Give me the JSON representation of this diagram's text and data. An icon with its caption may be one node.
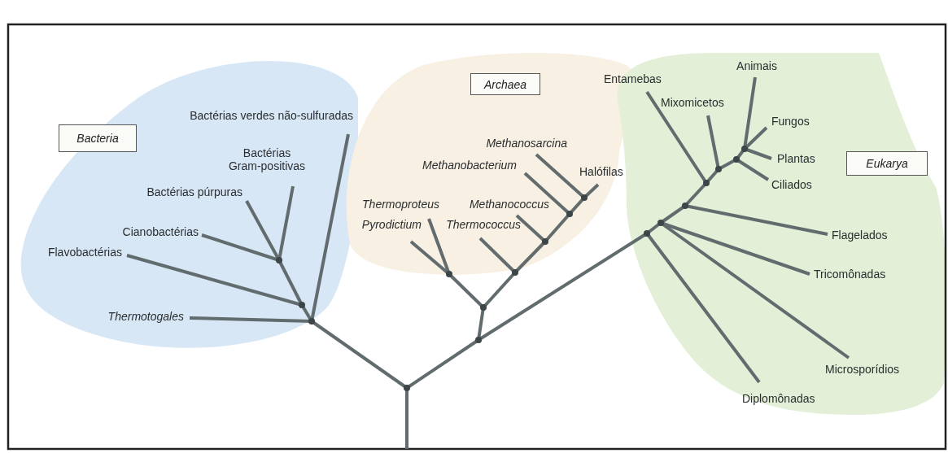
{
  "diagram": {
    "nodes": [
      {
        "text": [
          "Bacteria"
        ]
      },
      {
        "text": [
          "Archaea"
        ]
      },
      {
        "text": [
          "Eukarya"
        ]
      },
      {
        "text": [
          "Bactérias verdes não-sulfuradas"
        ]
      },
      {
        "text": [
          "Bactérias Gram-positivas"
        ]
      },
      {
        "text": [
          "Bactérias púrpuras"
        ]
      },
      {
        "text": [
          "Cianobactérias"
        ]
      },
      {
        "text": [
          "Flavobactérias"
        ]
      },
      {
        "text": [
          "Thermotogales"
        ]
      },
      {
        "text": [
          "Methanosarcina"
        ]
      },
      {
        "text": [
          "Methanobacterium"
        ]
      },
      {
        "text": [
          "Halófilas"
        ]
      },
      {
        "text": [
          "Thermoproteus"
        ]
      },
      {
        "text": [
          "Methanococcus"
        ]
      },
      {
        "text": [
          "Pyrodictium"
        ]
      },
      {
        "text": [
          "Thermococcus"
        ]
      },
      {
        "text": [
          "Animais"
        ]
      },
      {
        "text": [
          "Entamebas"
        ]
      },
      {
        "text": [
          "Mixomicetos"
        ]
      },
      {
        "text": [
          "Fungos"
        ]
      },
      {
        "text": [
          "Plantas"
        ]
      },
      {
        "text": [
          "Ciliados"
        ]
      },
      {
        "text": [
          "Flagelados"
        ]
      },
      {
        "text": [
          "Tricomônadas"
        ]
      },
      {
        "text": [
          "Microsporídios"
        ]
      },
      {
        "text": [
          "Diplomônadas"
        ]
      },
      {
        "text": [],
        "shape": "point"
      },
      {
        "text": [],
        "shape": "point"
      },
      {
        "text": [],
        "shape": "point"
      },
      {
        "text": [],
        "shape": "point"
      },
      {
        "text": [],
        "shape": "point"
      },
      {
        "text": [],
        "shape": "point"
      },
      {
        "text": [],
        "shape": "point"
      },
      {
        "text": [],
        "shape": "point"
      },
      {
        "text": [],
        "shape": "point"
      },
      {
        "text": [],
        "shape": "point"
      },
      {
        "text": [],
        "shape": "point"
      },
      {
        "text": [],
        "shape": "point"
      },
      {
        "text": [],
        "shape": "point"
      },
      {
        "text": [],
        "shape": "point"
      },
      {
        "text": [],
        "shape": "point"
      },
      {
        "text": [],
        "shape": "point"
      },
      {
        "text": [],
        "shape": "point"
      },
      {
        "text": [],
        "shape": "point"
      }
    ],
    "edges": [
      {
        "from": null,
        "to": 26,
        "arrow": "none"
      },
      {
        "from": 26,
        "to": 27,
        "arrow": "none"
      },
      {
        "from": 27,
        "to": 8,
        "arrow": "none"
      },
      {
        "from": 27,
        "to": 3,
        "arrow": "none"
      },
      {
        "from": 27,
        "to": 28,
        "arrow": "none"
      },
      {
        "from": 28,
        "to": 7,
        "arrow": "none"
      },
      {
        "from": 28,
        "to": 29,
        "arrow": "none"
      },
      {
        "from": 29,
        "to": 6,
        "arrow": "none"
      },
      {
        "from": 29,
        "to": 5,
        "arrow": "none"
      },
      {
        "from": 29,
        "to": 4,
        "arrow": "none"
      },
      {
        "from": 26,
        "to": 30,
        "arrow": "none"
      },
      {
        "from": 30,
        "to": 31,
        "arrow": "none"
      },
      {
        "from": 31,
        "to": 32,
        "arrow": "none"
      },
      {
        "from": 32,
        "to": 14,
        "arrow": "none"
      },
      {
        "from": 32,
        "to": 12,
        "arrow": "none"
      },
      {
        "from": 31,
        "to": 33,
        "arrow": "none"
      },
      {
        "from": 33,
        "to": 15,
        "arrow": "none"
      },
      {
        "from": 33,
        "to": 34,
        "arrow": "none"
      },
      {
        "from": 34,
        "to": 13,
        "arrow": "none"
      },
      {
        "from": 34,
        "to": 35,
        "arrow": "none"
      },
      {
        "from": 35,
        "to": 10,
        "arrow": "none"
      },
      {
        "from": 35,
        "to": 36,
        "arrow": "none"
      },
      {
        "from": 36,
        "to": 9,
        "arrow": "none"
      },
      {
        "from": 36,
        "to": 11,
        "arrow": "none"
      },
      {
        "from": 30,
        "to": 37,
        "arrow": "none"
      },
      {
        "from": 37,
        "to": 25,
        "arrow": "none"
      },
      {
        "from": 37,
        "to": 38,
        "arrow": "none"
      },
      {
        "from": 38,
        "to": 24,
        "arrow": "none"
      },
      {
        "from": 38,
        "to": 23,
        "arrow": "none"
      },
      {
        "from": 38,
        "to": 39,
        "arrow": "none"
      },
      {
        "from": 39,
        "to": 22,
        "arrow": "none"
      },
      {
        "from": 39,
        "to": 40,
        "arrow": "none"
      },
      {
        "from": 40,
        "to": 17,
        "arrow": "none"
      },
      {
        "from": 40,
        "to": 41,
        "arrow": "none"
      },
      {
        "from": 41,
        "to": 18,
        "arrow": "none"
      },
      {
        "from": 41,
        "to": 42,
        "arrow": "none"
      },
      {
        "from": 42,
        "to": 21,
        "arrow": "none"
      },
      {
        "from": 42,
        "to": 43,
        "arrow": "none"
      },
      {
        "from": 43,
        "to": 20,
        "arrow": "none"
      },
      {
        "from": 43,
        "to": 19,
        "arrow": "none"
      },
      {
        "from": 43,
        "to": 16,
        "arrow": "none"
      }
    ]
  }
}
